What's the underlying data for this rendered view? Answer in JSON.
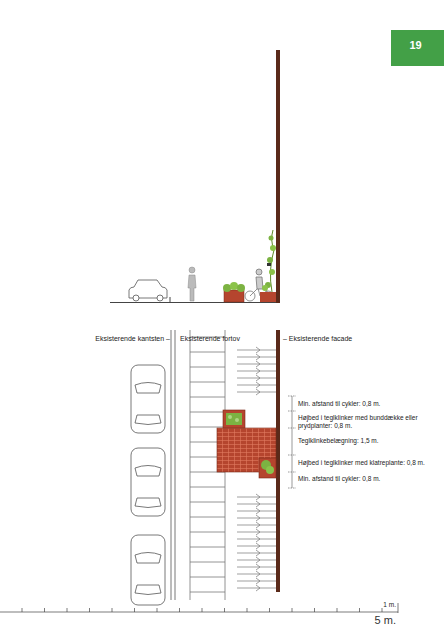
{
  "diagram": {
    "labels": [
      "19",
      "Eksisterende kantsten –",
      "Eksisterende fortov",
      "– Eksisterende facade",
      "Min. afstand til cykler: 0,8 m.",
      "Højbed i teglklinker med bunddække eller prydplanter: 0,8 m.",
      "Teglklinkebelægning: 1,5 m.",
      "Højbed i teglklinker med klatreplante: 0,8 m.",
      "Min. afstand til cykler: 0,8 m.",
      "1 m.",
      "5 m."
    ]
  }
}
